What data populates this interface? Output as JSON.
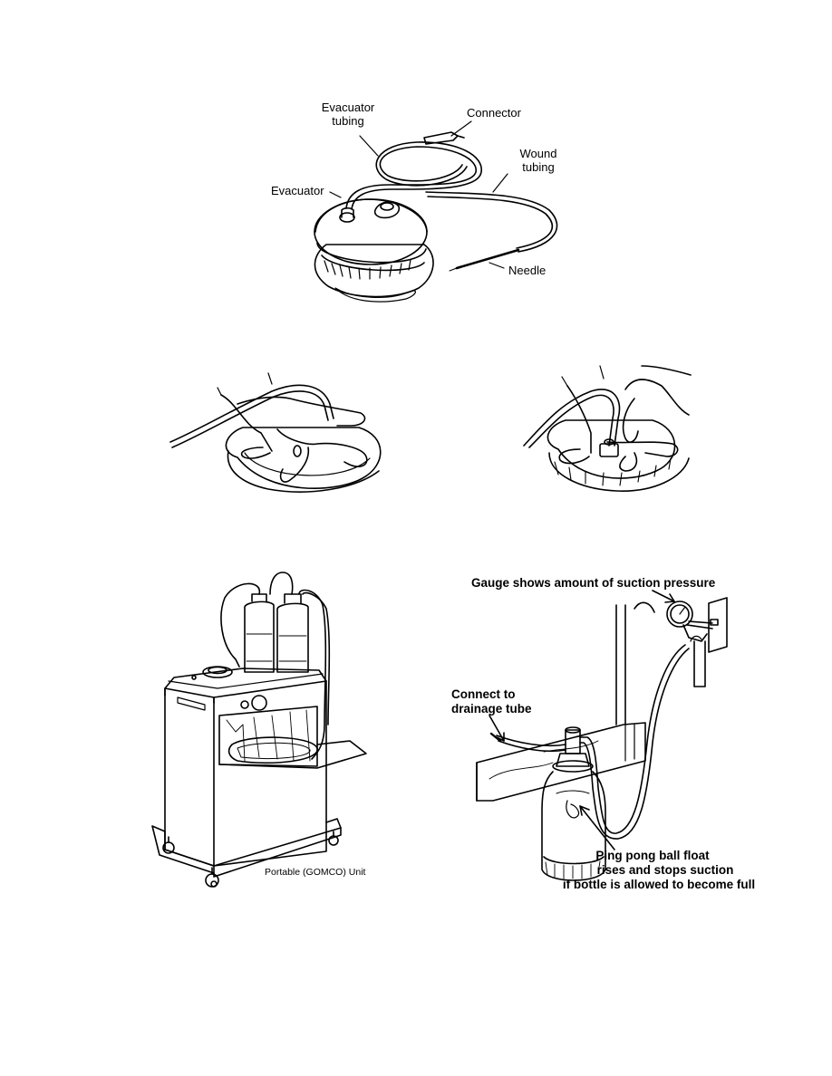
{
  "figure1": {
    "labels": {
      "evacuator_tubing_line1": "Evacuator",
      "evacuator_tubing_line2": "tubing",
      "connector": "Connector",
      "wound_tubing_line1": "Wound",
      "wound_tubing_line2": "tubing",
      "evacuator": "Evacuator",
      "needle": "Needle"
    }
  },
  "figure4": {
    "caption": "Portable (GOMCO) Unit"
  },
  "figure5": {
    "labels": {
      "gauge": "Gauge shows amount of suction pressure",
      "connect_line1": "Connect to",
      "connect_line2": "drainage tube",
      "float_line1": "Ping pong ball float",
      "float_line2": "rises and stops suction",
      "float_line3": "if bottle is allowed to become full"
    }
  }
}
